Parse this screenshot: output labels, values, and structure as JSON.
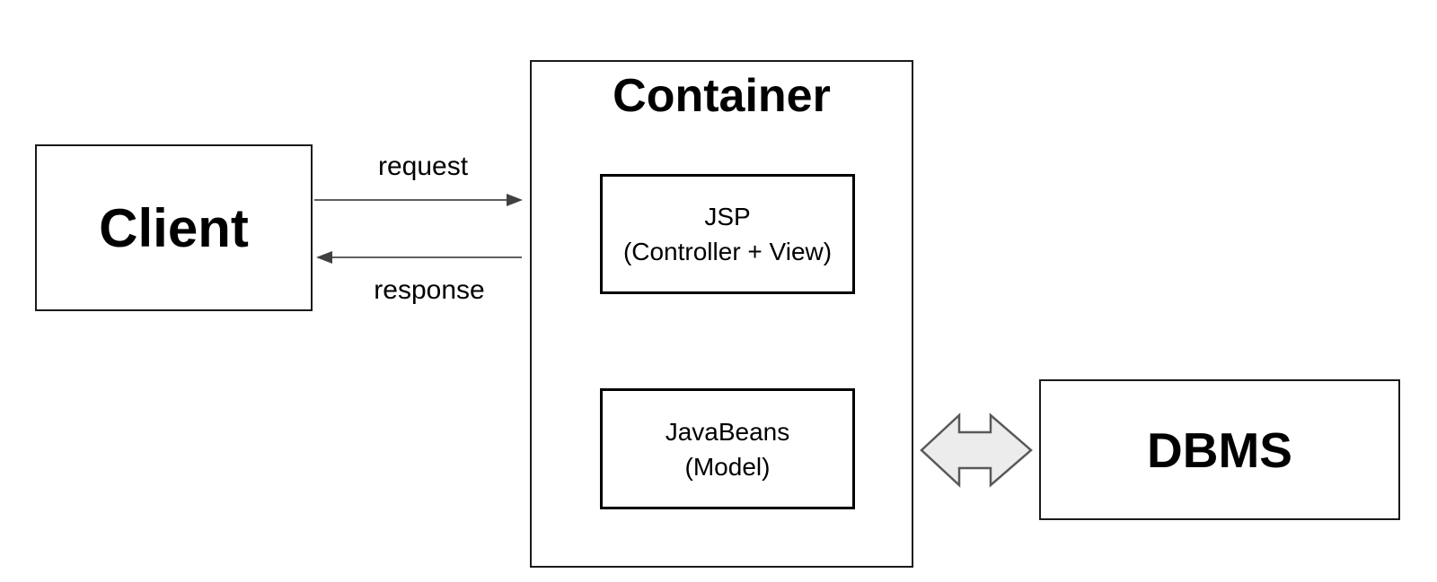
{
  "diagram": {
    "nodes": {
      "client": {
        "label": "Client"
      },
      "container": {
        "title": "Container"
      },
      "jsp": {
        "line1": "JSP",
        "line2": "(Controller + View)"
      },
      "javabeans": {
        "line1": "JavaBeans",
        "line2": "(Model)"
      },
      "dbms": {
        "label": "DBMS"
      }
    },
    "edges": {
      "request": {
        "label": "request",
        "from": "Client",
        "to": "Container"
      },
      "response": {
        "label": "response",
        "from": "Container",
        "to": "Client"
      },
      "container_dbms": {
        "type": "double-headed-arrow",
        "from": "Container",
        "to": "DBMS"
      }
    }
  },
  "colors": {
    "canvas-bg": "#ffffff",
    "text": "#000000",
    "box-border": "#1a1a1a",
    "inner-box-border": "#000000",
    "arrow-line": "#606060",
    "arrow-head": "#404040",
    "double-arrow-fill": "#ececec",
    "double-arrow-stroke": "#595959"
  }
}
